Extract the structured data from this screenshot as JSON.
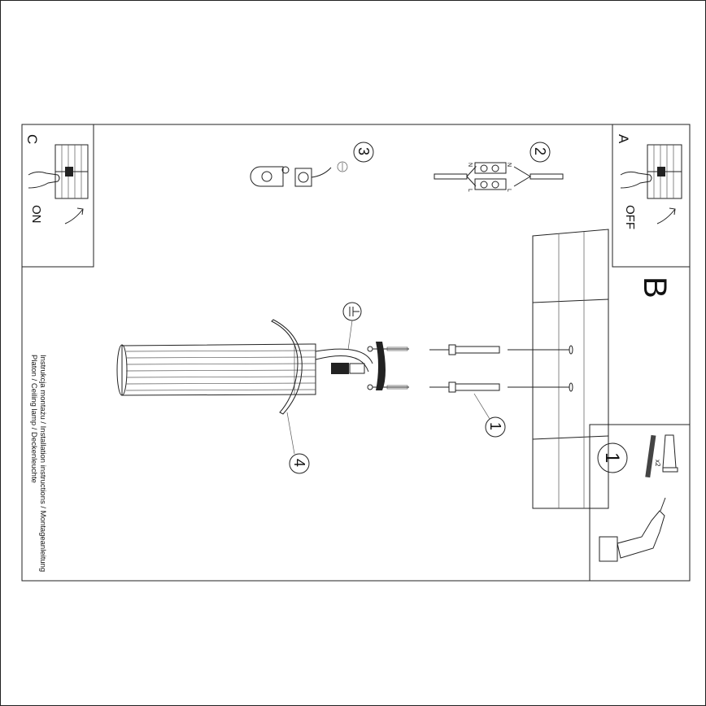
{
  "panels": {
    "c": {
      "letter": "C",
      "state": "ON"
    },
    "a": {
      "letter": "A",
      "state": "OFF"
    },
    "b": {
      "letter": "B"
    },
    "step1": {
      "number": "1",
      "quantity": "x2"
    }
  },
  "callouts": {
    "step1": "1",
    "step2": "2",
    "step3": "3",
    "step4": "4"
  },
  "wire_labels": {
    "n_left": "N",
    "n_right": "N",
    "l_left": "L",
    "l_right": "L"
  },
  "caption": {
    "line1": "Instrukcja montażu / Installation instructions / Montageanleitung",
    "line2": "Platon / Ceiling lamp / Deckenleuchte"
  },
  "icons": [
    "breaker-switch-icon",
    "hand-icon",
    "curved-arrow-icon",
    "ground-symbol-icon",
    "drill-icon",
    "screw-icon",
    "wall-plug-icon",
    "wire-connector-icon"
  ],
  "colors": {
    "line": "#222222",
    "background": "#ffffff"
  }
}
